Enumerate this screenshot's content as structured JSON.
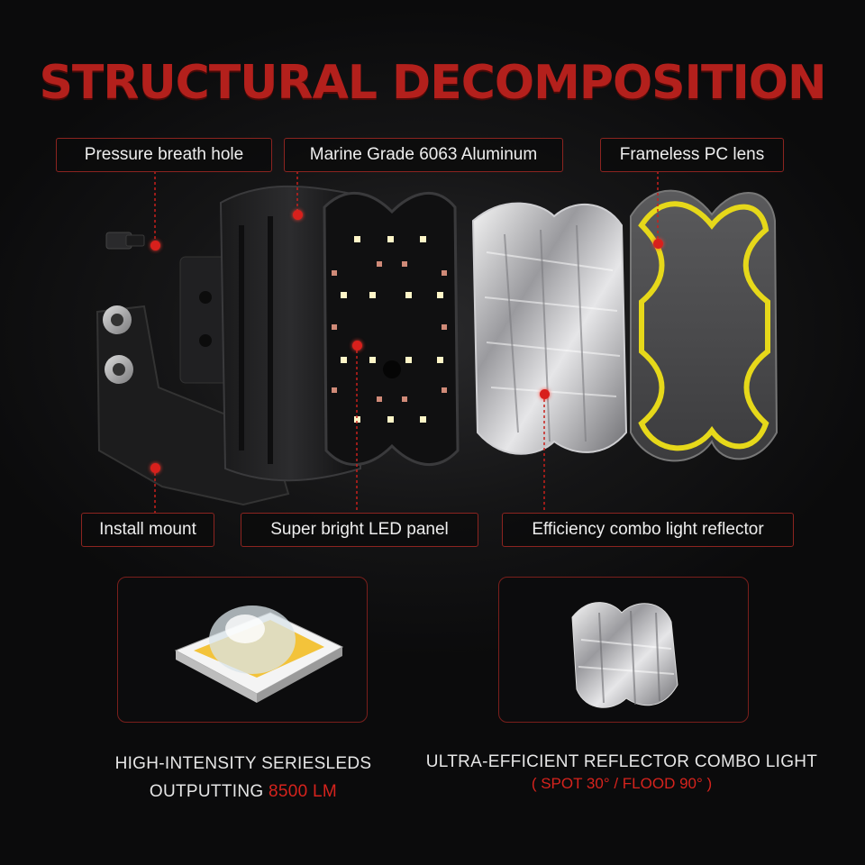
{
  "title": "STRUCTURAL DECOMPOSITION",
  "labels": {
    "pressure_hole": "Pressure breath hole",
    "aluminum": "Marine Grade 6063 Aluminum",
    "pc_lens": "Frameless PC lens",
    "install_mount": "Install mount",
    "led_panel": "Super bright LED panel",
    "reflector": "Efficiency combo light reflector"
  },
  "features": {
    "left": {
      "line1": "HIGH-INTENSITY SERIESLEDS",
      "line2_prefix": "OUTPUTTING",
      "line2_value": "8500 LM"
    },
    "right": {
      "line1": "ULTRA-EFFICIENT REFLECTOR COMBO LIGHT",
      "line2": "( SPOT 30° / FLOOD 90° )"
    }
  },
  "colors": {
    "accent_red": "#b3201c",
    "label_border": "#8c2420",
    "lens_outline": "#e6d81a",
    "background": "#0b0b0c"
  }
}
